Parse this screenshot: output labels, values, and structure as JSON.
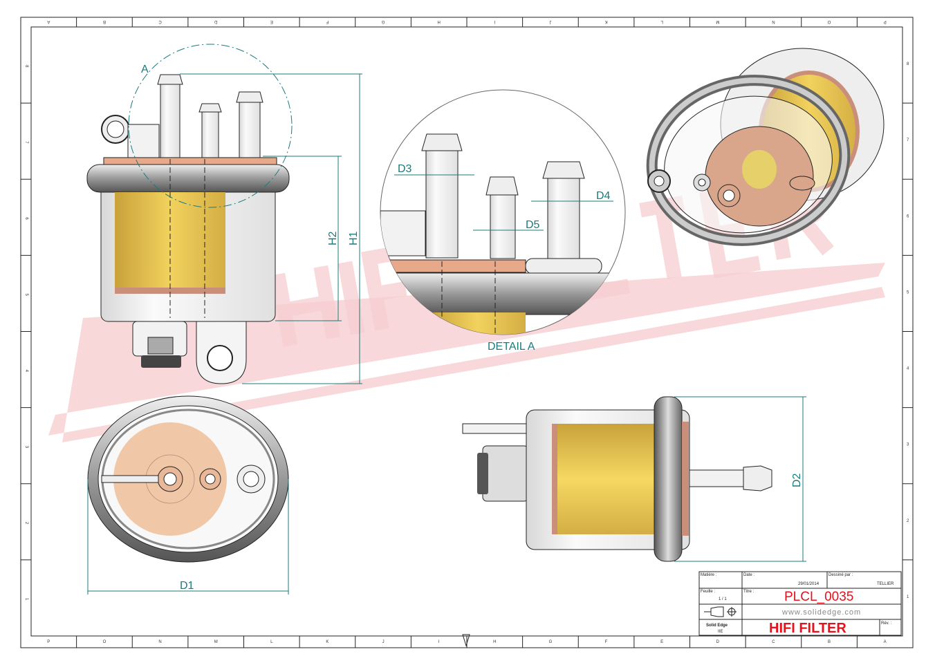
{
  "sheet": {
    "columns": [
      "P",
      "O",
      "N",
      "M",
      "L",
      "K",
      "J",
      "I",
      "H",
      "G",
      "F",
      "E",
      "D",
      "C",
      "B",
      "A"
    ],
    "rows": [
      "8",
      "7",
      "6",
      "5",
      "4",
      "3",
      "2",
      "1"
    ]
  },
  "watermark": "HIFI FILTER",
  "dimensions": {
    "h1": "H1",
    "h2": "H2",
    "d1": "D1",
    "d2": "D2",
    "d3": "D3",
    "d4": "D4",
    "d5": "D5",
    "detail_marker": "A",
    "detail_label": "DETAIL A"
  },
  "title_block": {
    "material_label": "Matière :",
    "date_label": "Date :",
    "date": "29/01/2014",
    "drawn_by_label": "Dessiné par :",
    "drawn_by": "TELLIER",
    "sheet_label": "Feuille :",
    "sheet": "1 / 1",
    "title_label": "Titre :",
    "title": "PLCL_0035",
    "website": "www.solidedge.com",
    "software": "Solid Edge",
    "software_sub": "IIE",
    "company": "HIFI FILTER",
    "rev_label": "Rév. :"
  },
  "colors": {
    "dimension": "#1a7a7a",
    "title_red": "#e8101a",
    "watermark": "#f6c9cc",
    "filter_yellow": "#e8c24a",
    "copper": "#e7a98a"
  }
}
